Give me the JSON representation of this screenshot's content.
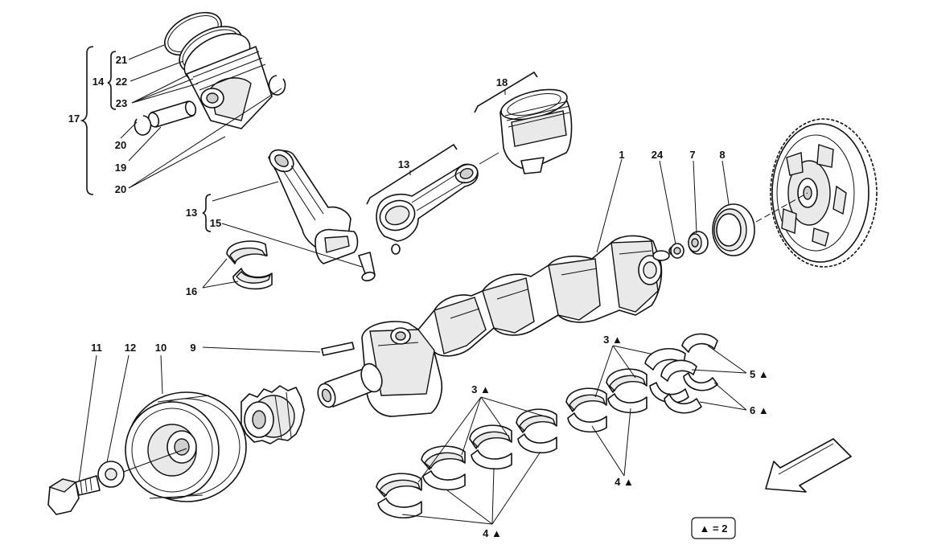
{
  "callouts": {
    "c1": "1",
    "c3a": "3 ▲",
    "c3b": "3 ▲",
    "c4a": "4 ▲",
    "c4b": "4 ▲",
    "c5": "5 ▲",
    "c6": "6 ▲",
    "c7": "7",
    "c8": "8",
    "c9": "9",
    "c10": "10",
    "c11": "11",
    "c12": "12",
    "c13a": "13",
    "c13b": "13",
    "c14": "14",
    "c15": "15",
    "c16": "16",
    "c17": "17",
    "c18": "18",
    "c19": "19",
    "c20a": "20",
    "c20b": "20",
    "c21": "21",
    "c22": "22",
    "c23": "23",
    "c24": "24"
  },
  "legend": {
    "text": "▲ = 2"
  }
}
